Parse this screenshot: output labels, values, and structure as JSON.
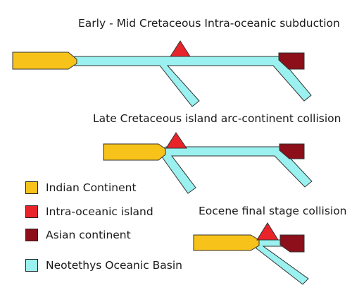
{
  "stages": [
    {
      "title": "Early - Mid Cretaceous Intra-oceanic subduction"
    },
    {
      "title": "Late Cretaceous island arc-continent collision"
    },
    {
      "title": "Eocene final stage collision"
    }
  ],
  "legend": [
    {
      "label": "Indian Continent",
      "color": "#f7c21a"
    },
    {
      "label": "Intra-oceanic island",
      "color": "#e8242a"
    },
    {
      "label": "Asian continent",
      "color": "#8c0f19"
    },
    {
      "label": "Neotethys Oceanic Basin",
      "color": "#9af1ef"
    }
  ],
  "colors": {
    "outline": "#333333"
  }
}
